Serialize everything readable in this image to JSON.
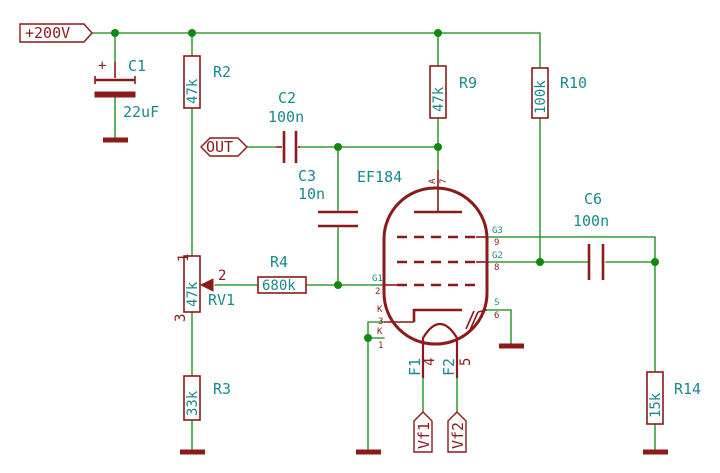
{
  "labels": {
    "supply": "+200V",
    "out": "OUT",
    "vf1": "Vf1",
    "vf2": "Vf2"
  },
  "components": {
    "c1": {
      "ref": "C1",
      "value": "22uF",
      "polarity": "+"
    },
    "c2": {
      "ref": "C2",
      "value": "100n"
    },
    "c3": {
      "ref": "C3",
      "value": "10n"
    },
    "c6": {
      "ref": "C6",
      "value": "100n"
    },
    "r2": {
      "ref": "R2",
      "value": "47k"
    },
    "r3": {
      "ref": "R3",
      "value": "33k"
    },
    "r4": {
      "ref": "R4",
      "value": "680k"
    },
    "r9": {
      "ref": "R9",
      "value": "47k"
    },
    "r10": {
      "ref": "R10",
      "value": "100k"
    },
    "r14": {
      "ref": "R14",
      "value": "15k"
    },
    "rv1": {
      "ref": "RV1",
      "value": "47k",
      "pin1": "1",
      "pin2": "2",
      "pin3": "3"
    },
    "tube": {
      "ref": "EF184",
      "pins": {
        "a_name": "A",
        "a_num": "7",
        "g3_name": "G3",
        "g3_num": "9",
        "g2_name": "G2",
        "g2_num": "8",
        "g1_name": "G1",
        "g1_num": "2",
        "s_name": "S",
        "s_num": "6",
        "k1_name": "K",
        "k1_num": "3",
        "k2_name": "K",
        "k2_num": "1",
        "f1_name": "F1",
        "f1_num": "4",
        "f2_name": "F2",
        "f2_num": "5"
      }
    }
  },
  "colors": {
    "wire": "#0d8a0d",
    "part": "#8b1a1a",
    "text": "#1a8a8f"
  }
}
